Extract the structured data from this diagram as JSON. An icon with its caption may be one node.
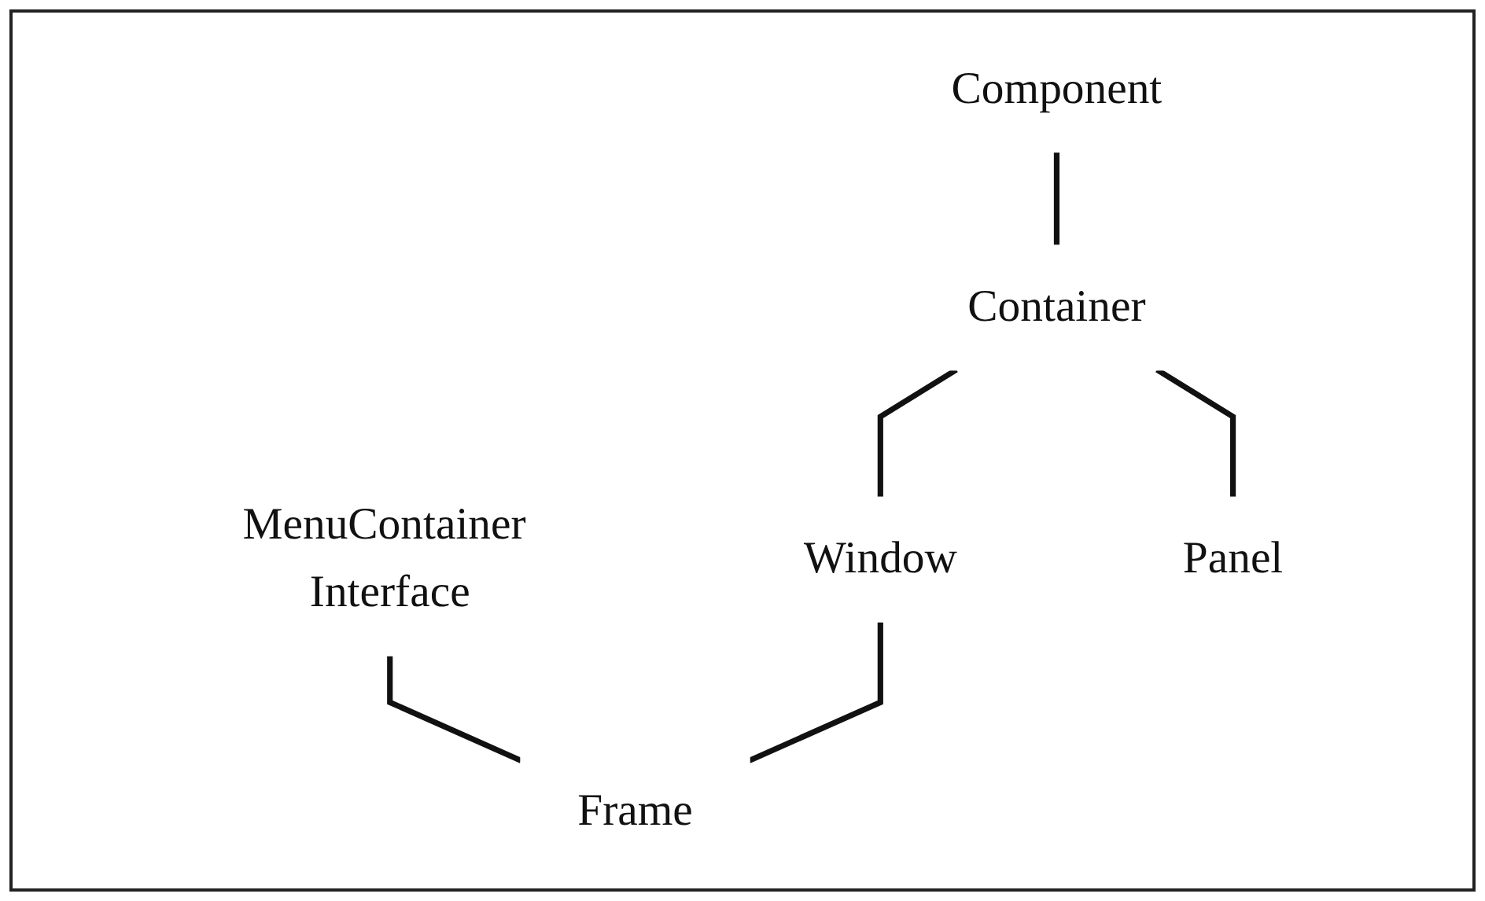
{
  "diagram": {
    "nodes": [
      {
        "text": [
          "Component"
        ]
      },
      {
        "text": [
          "Container"
        ]
      },
      {
        "text": [
          "MenuContainer Interface"
        ]
      },
      {
        "text": [
          "Window"
        ]
      },
      {
        "text": [
          "Panel"
        ]
      },
      {
        "text": [
          "Frame"
        ]
      }
    ],
    "edges": [
      {
        "from": 0,
        "to": 1,
        "arrow": "none"
      },
      {
        "from": 1,
        "to": 3,
        "arrow": "none"
      },
      {
        "from": 1,
        "to": 4,
        "arrow": "none"
      },
      {
        "from": 2,
        "to": 5,
        "arrow": "none"
      },
      {
        "from": 3,
        "to": 5,
        "arrow": "none"
      }
    ]
  }
}
